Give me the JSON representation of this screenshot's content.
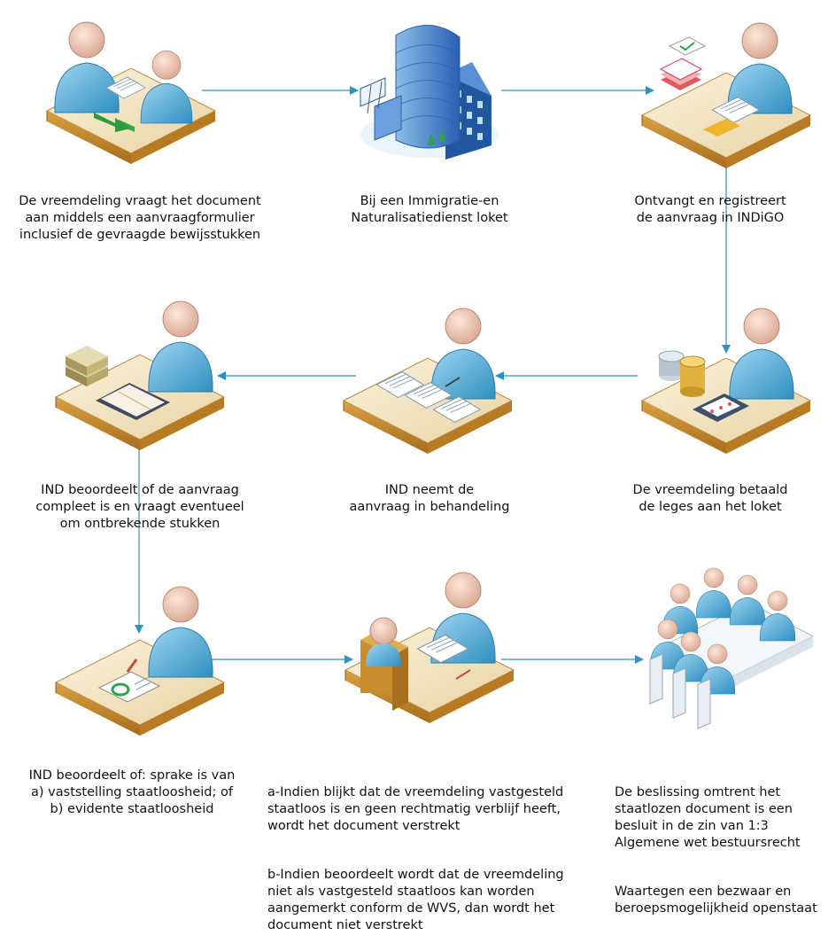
{
  "steps": [
    {
      "id": "aanvraag",
      "icon": "person-submitting-form-icon",
      "text": "De vreemdeling vraagt het document\naan middels een aanvraagformulier\ninclusief de gevraagde bewijsstukken"
    },
    {
      "id": "loket",
      "icon": "office-building-icon",
      "text": "Bij een Immigratie-en\nNaturalisatiedienst loket"
    },
    {
      "id": "registratie",
      "icon": "clerk-registering-icon",
      "text": "Ontvangt en registreert\nde aanvraag in INDiGO"
    },
    {
      "id": "leges",
      "icon": "clerk-with-coins-calculator-icon",
      "text": "De vreemdeling betaald\nde leges aan het loket"
    },
    {
      "id": "behandeling",
      "icon": "clerk-with-papers-icon",
      "text": "IND neemt de\naanvraag in behandeling"
    },
    {
      "id": "compleet",
      "icon": "clerk-with-books-icon",
      "text": "IND beoordeelt of de aanvraag\ncompleet is en vraagt eventueel\nom ontbrekende stukken"
    },
    {
      "id": "beoordeling",
      "icon": "clerk-checking-document-icon",
      "text": "IND beoordeelt of: sprake is van\na) vaststelling staatloosheid; of\nb) evidente staatloosheid"
    },
    {
      "id": "verstrekking",
      "icon": "clerk-handing-document-icon",
      "paragraphs": [
        "a-Indien blijkt dat de vreemdeling vastgesteld\nstaatloos is en geen rechtmatig verblijf heeft,\nwordt het document verstrekt",
        "b-Indien beoordeelt wordt dat de vreemdeling\nniet als vastgesteld staatloos kan worden\naangemerkt conform de WVS, dan wordt het\ndocument niet verstrekt"
      ]
    },
    {
      "id": "besluit",
      "icon": "meeting-committee-icon",
      "paragraphs": [
        "De beslissing omtrent het\nstaatlozen document is een\nbesluit in de zin van 1:3\nAlgemene wet bestuursrecht",
        "Waartegen een bezwaar en\nberoepsmogelijkheid openstaat"
      ]
    }
  ],
  "colors": {
    "arrow": "#2a93c9",
    "skin": "#f2c9b5",
    "shirt": "#5cb6dc",
    "desk": "#c98d2e",
    "desk_top": "#f3e6c8",
    "building": "#3b6fc4"
  }
}
